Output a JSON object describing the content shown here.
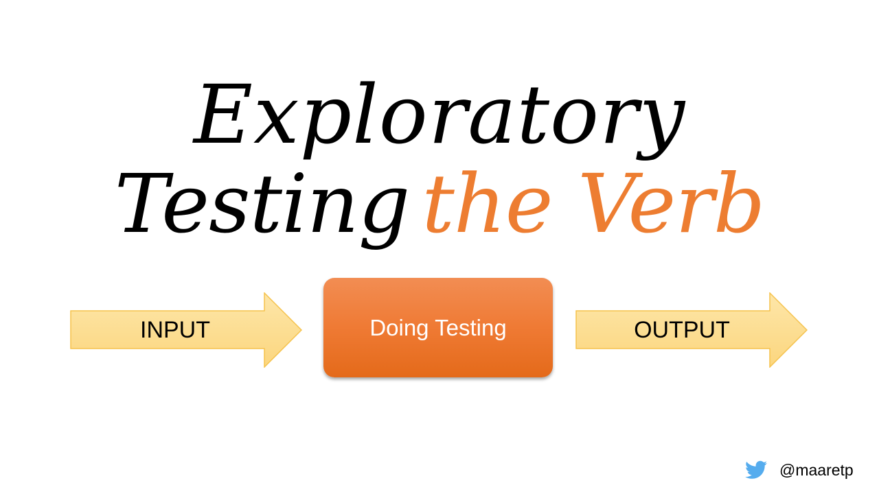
{
  "title": {
    "line1": "Exploratory",
    "line2_main": "Testing",
    "line2_accent": "the Verb"
  },
  "flow": {
    "input_label": "INPUT",
    "process_label": "Doing Testing",
    "output_label": "OUTPUT"
  },
  "credit": {
    "icon": "twitter-bird-icon",
    "handle": "@maaretp"
  },
  "colors": {
    "title": "#000000",
    "accent": "#ed7d31",
    "arrow_fill": "#fddc8f",
    "arrow_stroke": "#f5c24c",
    "process_box": "#ef7a34",
    "twitter_blue": "#55acee"
  }
}
